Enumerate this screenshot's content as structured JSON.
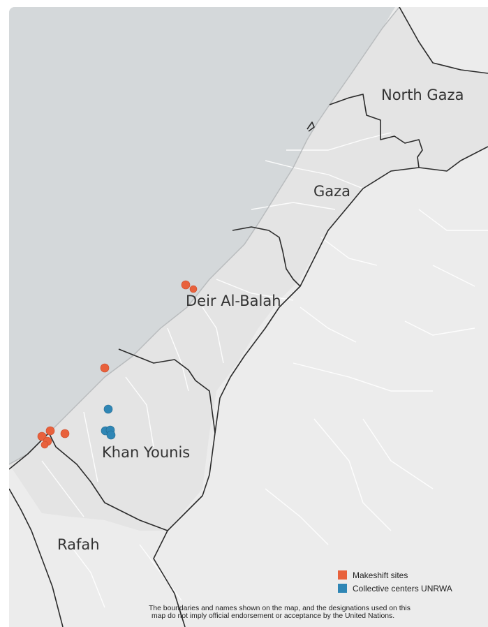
{
  "map": {
    "regions": [
      {
        "name": "North Gaza"
      },
      {
        "name": "Gaza"
      },
      {
        "name": "Deir Al-Balah"
      },
      {
        "name": "Khan Younis"
      },
      {
        "name": "Rafah"
      }
    ],
    "colors": {
      "sea": "#d4d8da",
      "land": "#ececec",
      "territory": "#e4e4e4",
      "boundary": "#2b2b2b",
      "makeshift": "#e8613c",
      "collective": "#2f86b5"
    }
  },
  "legend": {
    "items": [
      {
        "label": "Makeshift sites",
        "color": "#e8613c"
      },
      {
        "label": "Collective centers UNRWA",
        "color": "#2f86b5"
      }
    ]
  },
  "disclaimer": {
    "line1": "The boundaries and names shown on the map, and the designations used on this",
    "line2": "map do not imply official endorsement or acceptance by the United Nations."
  }
}
